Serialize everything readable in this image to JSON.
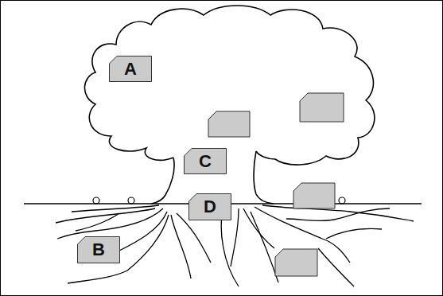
{
  "diagram": {
    "nodes": [
      {
        "text": [
          "A"
        ]
      },
      {
        "text": [
          "C"
        ]
      },
      {
        "text": [
          "D"
        ]
      },
      {
        "text": [
          "B"
        ]
      }
    ]
  }
}
